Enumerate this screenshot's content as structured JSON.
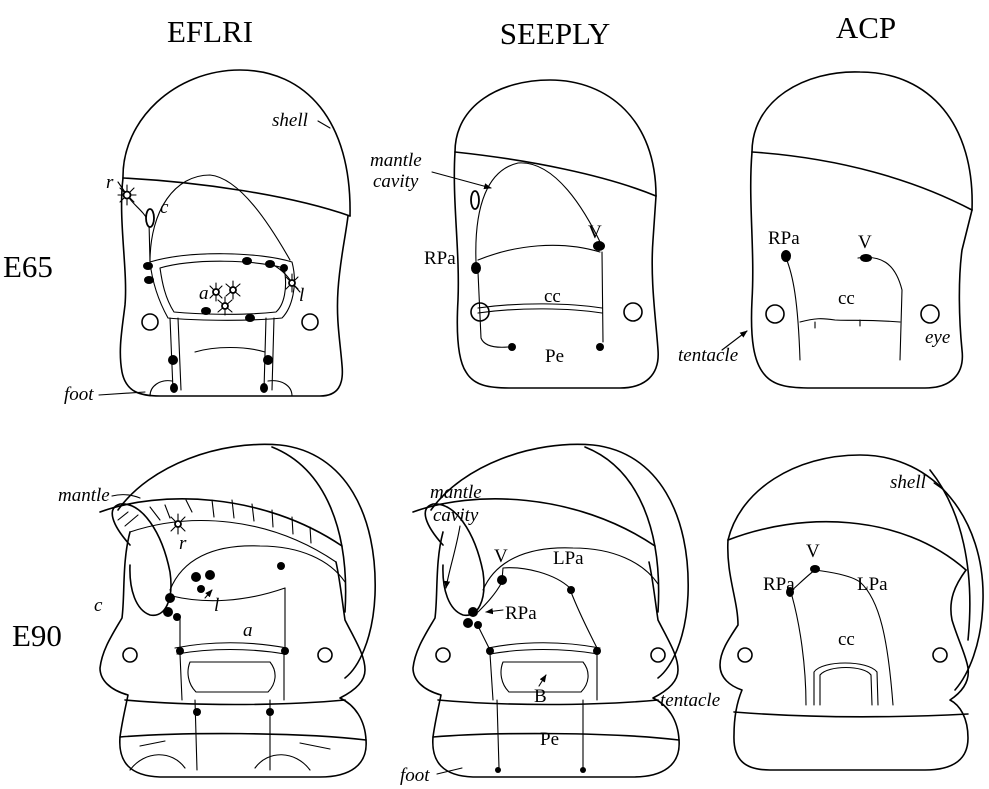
{
  "headers": {
    "columns": [
      "EFLRI",
      "SEEPLY",
      "ACP"
    ],
    "rows": [
      "E65",
      "E90"
    ]
  },
  "panels": {
    "e65_eflri": {
      "shell": "shell",
      "r": "r",
      "c": "c",
      "a": "a",
      "l": "l",
      "foot": "foot"
    },
    "e65_seeply": {
      "mantle_cavity": [
        "mantle",
        "cavity"
      ],
      "v": "V",
      "rpa": "RPa",
      "cc": "cc",
      "pe": "Pe"
    },
    "e65_acp": {
      "rpa": "RPa",
      "v": "V",
      "cc": "cc",
      "tentacle": "tentacle",
      "eye": "eye"
    },
    "e90_eflri": {
      "mantle": "mantle",
      "c": "c",
      "r": "r",
      "l": "l",
      "a": "a"
    },
    "e90_seeply": {
      "mantle_cavity": [
        "mantle",
        "cavity"
      ],
      "v": "V",
      "lpa": "LPa",
      "rpa": "RPa",
      "b": "B",
      "pe": "Pe",
      "foot": "foot"
    },
    "e90_acp": {
      "shell": "shell",
      "v": "V",
      "rpa": "RPa",
      "lpa": "LPa",
      "cc": "cc",
      "tentacle": "tentacle"
    }
  },
  "colors": {
    "ink": "#000000",
    "background": "#ffffff"
  }
}
